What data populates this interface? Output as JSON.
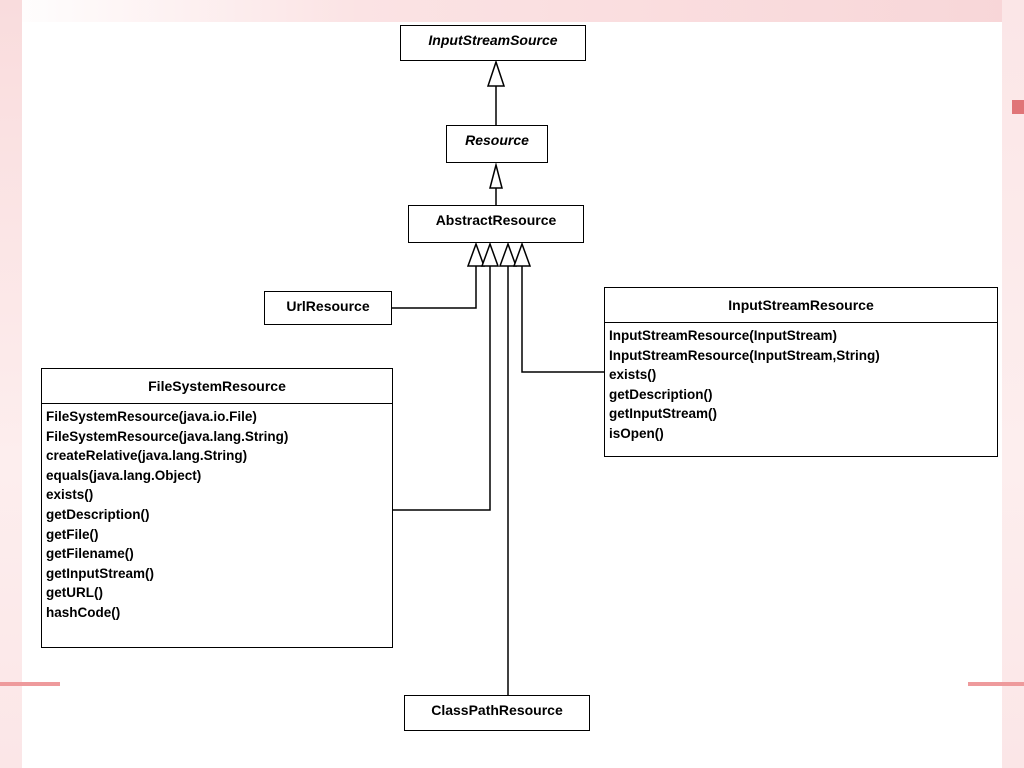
{
  "diagram": {
    "classes": {
      "input_stream_source": {
        "name": "InputStreamSource"
      },
      "resource": {
        "name": "Resource"
      },
      "abstract_resource": {
        "name": "AbstractResource"
      },
      "url_resource": {
        "name": "UrlResource"
      },
      "file_system_resource": {
        "name": "FileSystemResource",
        "methods": [
          "FileSystemResource(java.io.File)",
          "FileSystemResource(java.lang.String)",
          "createRelative(java.lang.String)",
          "equals(java.lang.Object)",
          "exists()",
          "getDescription()",
          "getFile()",
          "getFilename()",
          "getInputStream()",
          "getURL()",
          "hashCode()"
        ]
      },
      "input_stream_resource": {
        "name": "InputStreamResource",
        "methods": [
          "InputStreamResource(InputStream)",
          "InputStreamResource(InputStream,String)",
          "exists()",
          "getDescription()",
          "getInputStream()",
          "isOpen()"
        ]
      },
      "class_path_resource": {
        "name": "ClassPathResource"
      }
    },
    "line_color": "#000000",
    "accent_color": "#e07578"
  }
}
